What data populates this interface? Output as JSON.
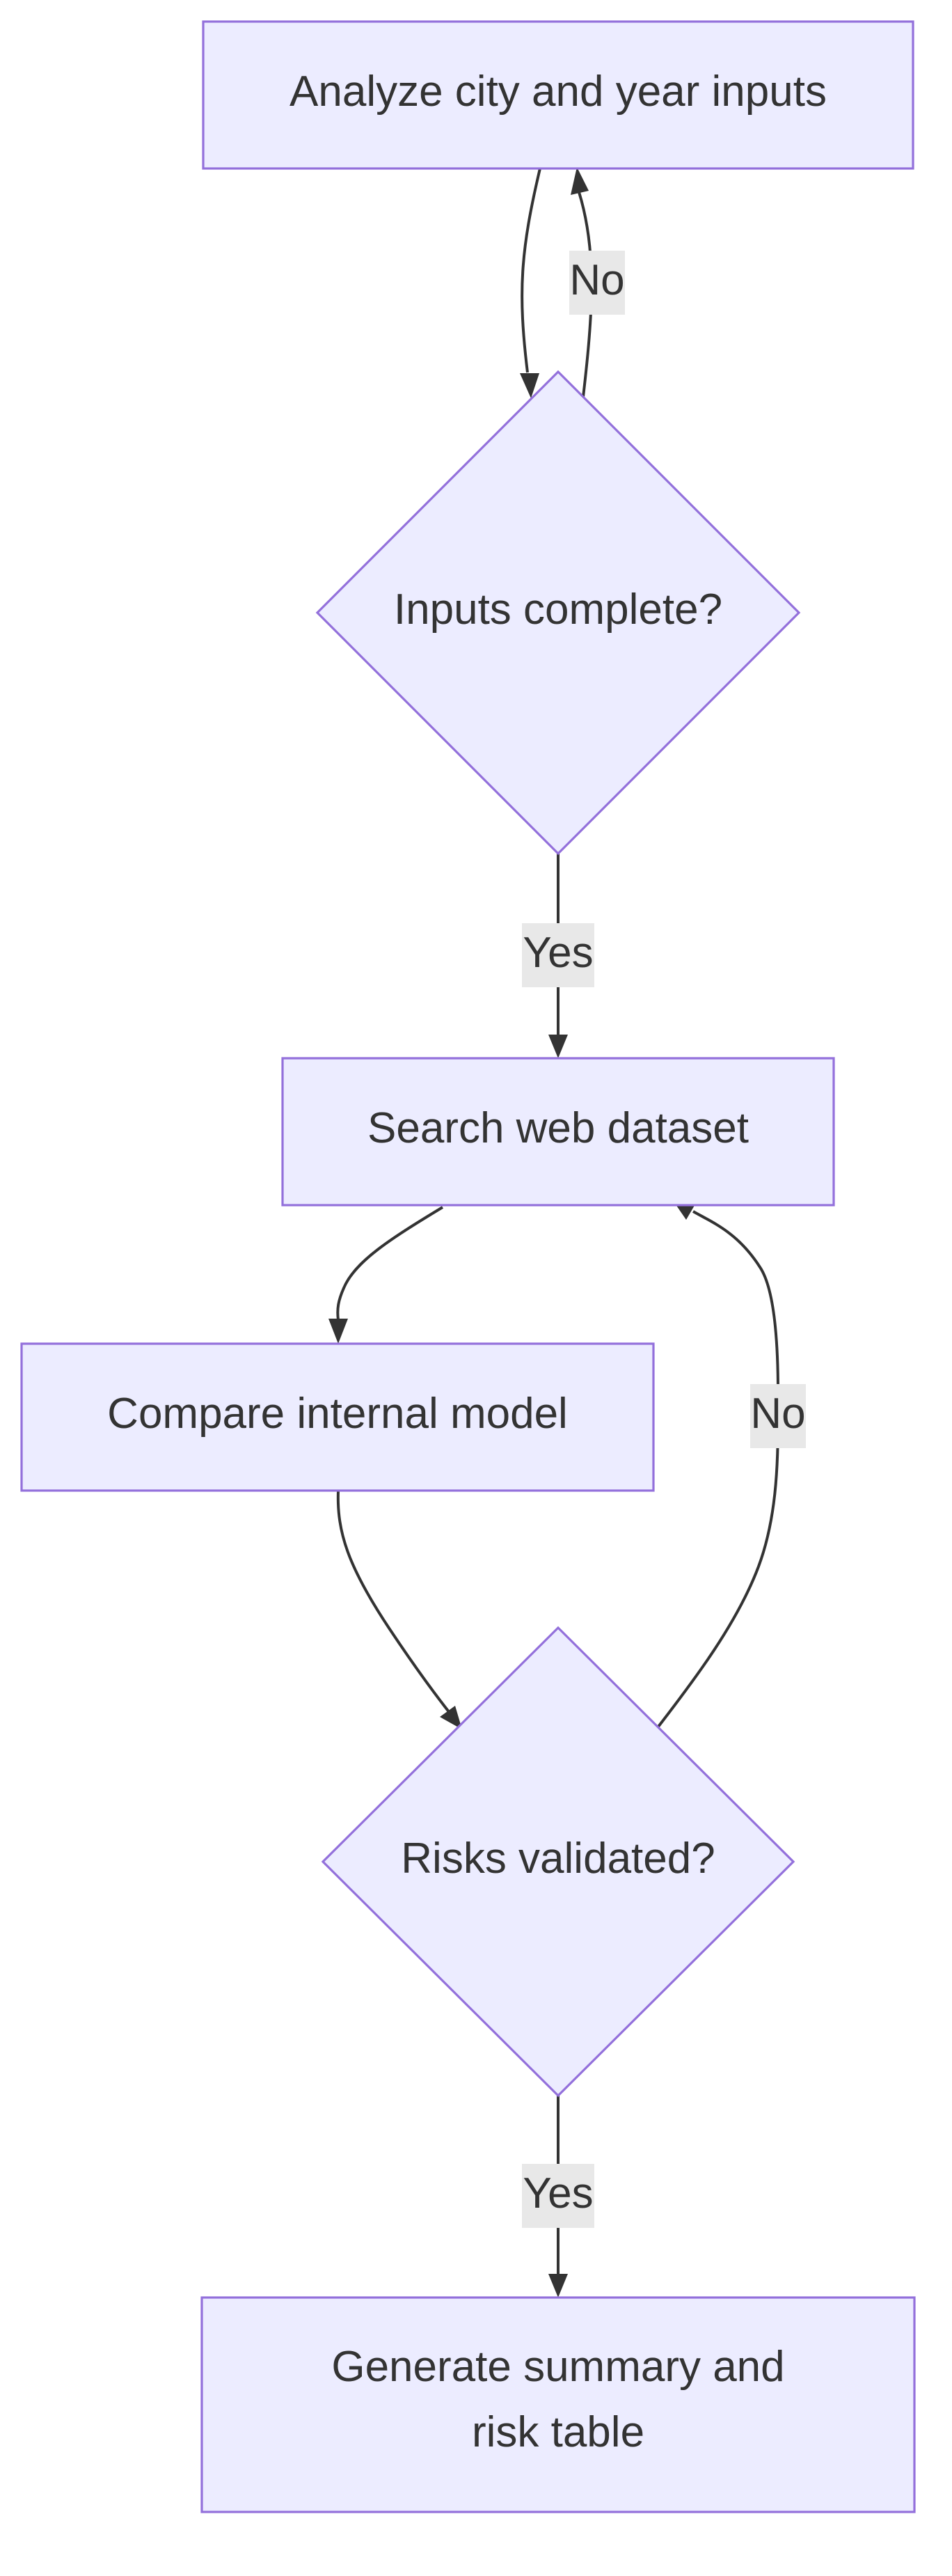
{
  "colors": {
    "node_fill": "#ECECFF",
    "node_stroke": "#9370DB",
    "edge": "#333333",
    "label_bg": "#E8E8E8",
    "text": "#333333"
  },
  "nodes": {
    "analyze": {
      "shape": "rect",
      "lines": [
        "Analyze city and year inputs"
      ]
    },
    "inputs_complete": {
      "shape": "diamond",
      "lines": [
        "Inputs complete?"
      ]
    },
    "search": {
      "shape": "rect",
      "lines": [
        "Search web dataset"
      ]
    },
    "compare": {
      "shape": "rect",
      "lines": [
        "Compare internal model"
      ]
    },
    "risks_validated": {
      "shape": "diamond",
      "lines": [
        "Risks validated?"
      ]
    },
    "generate": {
      "shape": "rect",
      "lines": [
        "Generate summary and",
        "risk table"
      ]
    }
  },
  "edges": [
    {
      "from": "analyze",
      "to": "inputs_complete",
      "label": ""
    },
    {
      "from": "inputs_complete",
      "to": "analyze",
      "label": "No"
    },
    {
      "from": "inputs_complete",
      "to": "search",
      "label": "Yes"
    },
    {
      "from": "search",
      "to": "compare",
      "label": ""
    },
    {
      "from": "compare",
      "to": "risks_validated",
      "label": ""
    },
    {
      "from": "risks_validated",
      "to": "search",
      "label": "No"
    },
    {
      "from": "risks_validated",
      "to": "generate",
      "label": "Yes"
    }
  ]
}
